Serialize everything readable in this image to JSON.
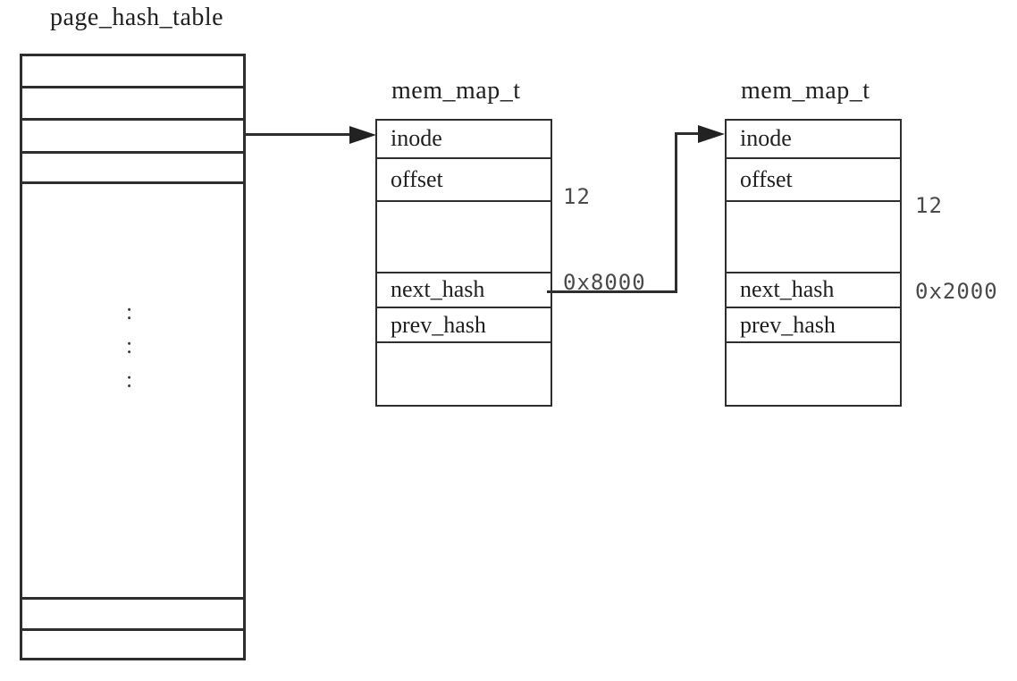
{
  "diagram": {
    "hash_table": {
      "title": "page_hash_table",
      "dots": [
        ":",
        ":",
        ":"
      ]
    },
    "mem_map_1": {
      "title": "mem_map_t",
      "fields": {
        "f1": "inode",
        "f2": "offset",
        "f3": "next_hash",
        "f4": "prev_hash"
      },
      "annotation": {
        "value": "12",
        "address": "0x8000"
      }
    },
    "mem_map_2": {
      "title": "mem_map_t",
      "fields": {
        "f1": "inode",
        "f2": "offset",
        "f3": "next_hash",
        "f4": "prev_hash"
      },
      "annotation": {
        "value": "12",
        "address": "0x2000"
      }
    },
    "colors": {
      "line": "#2e2e2e",
      "text": "#1f1f1f",
      "annotation_text": "#4a4a4a",
      "background": "#ffffff"
    }
  }
}
